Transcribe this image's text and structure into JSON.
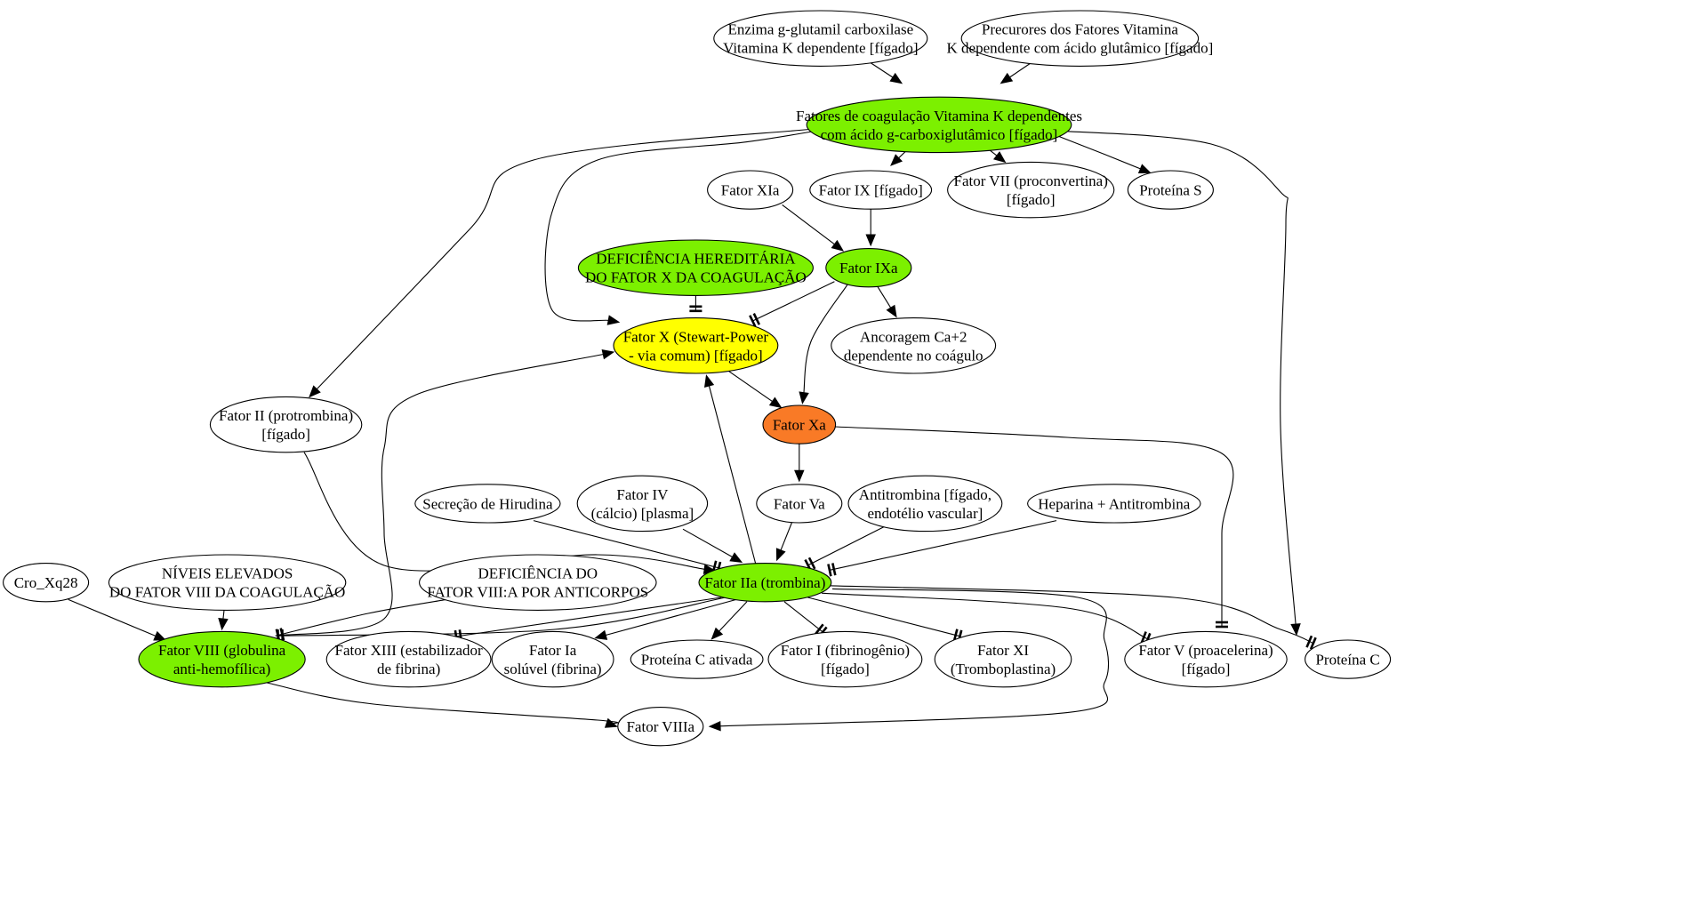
{
  "colors": {
    "green": "#7cf000",
    "yellow": "#ffff00",
    "orange": "#f97a26",
    "white": "#ffffff",
    "stroke": "#000000"
  },
  "nodes": {
    "enzima": {
      "label": [
        "Enzima g-glutamil carboxilase",
        "Vitamina K dependente [fígado]"
      ],
      "fill": "white"
    },
    "precurores": {
      "label": [
        "Precurores dos Fatores Vitamina",
        "K dependente com ácido glutâmico [fígado]"
      ],
      "fill": "white"
    },
    "fatores_vk": {
      "label": [
        "Fatores de coagulação Vitamina K dependentes",
        "com ácido g-carboxiglutâmico [fígado]"
      ],
      "fill": "green"
    },
    "fator_xia": {
      "label": [
        "Fator XIa"
      ],
      "fill": "white"
    },
    "fator_ix": {
      "label": [
        "Fator IX [fígado]"
      ],
      "fill": "white"
    },
    "fator_vii": {
      "label": [
        "Fator VII (proconvertina)",
        "[fígado]"
      ],
      "fill": "white"
    },
    "proteina_s": {
      "label": [
        "Proteína S"
      ],
      "fill": "white"
    },
    "deficiencia_x": {
      "label": [
        "DEFICIÊNCIA HEREDITÁRIA",
        "DO FATOR X DA COAGULAÇÃO"
      ],
      "fill": "green"
    },
    "fator_ixa": {
      "label": [
        "Fator IXa"
      ],
      "fill": "green"
    },
    "fator_x": {
      "label": [
        "Fator X (Stewart-Power",
        "- via comum) [fígado]"
      ],
      "fill": "yellow"
    },
    "ancoragem": {
      "label": [
        "Ancoragem Ca+2",
        "dependente no coágulo"
      ],
      "fill": "white"
    },
    "fator_ii": {
      "label": [
        "Fator II (protrombina)",
        "[fígado]"
      ],
      "fill": "white"
    },
    "fator_xa": {
      "label": [
        "Fator Xa"
      ],
      "fill": "orange"
    },
    "hirudina": {
      "label": [
        "Secreção de Hirudina"
      ],
      "fill": "white"
    },
    "fator_iv": {
      "label": [
        "Fator IV",
        "(cálcio) [plasma]"
      ],
      "fill": "white"
    },
    "fator_va": {
      "label": [
        "Fator Va"
      ],
      "fill": "white"
    },
    "antitrombina": {
      "label": [
        "Antitrombina [fígado,",
        "endotélio vascular]"
      ],
      "fill": "white"
    },
    "heparina": {
      "label": [
        "Heparina + Antitrombina"
      ],
      "fill": "white"
    },
    "cro": {
      "label": [
        "Cro_Xq28"
      ],
      "fill": "white"
    },
    "niveis": {
      "label": [
        "NÍVEIS ELEVADOS",
        "DO FATOR VIII DA COAGULAÇÃO"
      ],
      "fill": "white"
    },
    "deficiencia_viii": {
      "label": [
        "DEFICIÊNCIA DO",
        "FATOR VIII:A POR ANTICORPOS"
      ],
      "fill": "white"
    },
    "fator_iia": {
      "label": [
        "Fator IIa (trombina)"
      ],
      "fill": "green"
    },
    "fator_viii": {
      "label": [
        "Fator VIII (globulina",
        "anti-hemofílica)"
      ],
      "fill": "green"
    },
    "fator_xiii": {
      "label": [
        "Fator XIII (estabilizador",
        "de fibrina)"
      ],
      "fill": "white"
    },
    "fator_ia": {
      "label": [
        "Fator Ia",
        "solúvel (fibrina)"
      ],
      "fill": "white"
    },
    "proteina_c_ativada": {
      "label": [
        "Proteína C ativada"
      ],
      "fill": "white"
    },
    "fator_i": {
      "label": [
        "Fator I (fibrinogênio)",
        "[fígado]"
      ],
      "fill": "white"
    },
    "fator_xi": {
      "label": [
        "Fator XI",
        "(Tromboplastina)"
      ],
      "fill": "white"
    },
    "fator_v": {
      "label": [
        "Fator V (proacelerina)",
        "[fígado]"
      ],
      "fill": "white"
    },
    "proteina_c": {
      "label": [
        "Proteína C"
      ],
      "fill": "white"
    },
    "fator_viiia": {
      "label": [
        "Fator VIIIa"
      ],
      "fill": "white"
    }
  },
  "edges": [
    {
      "from": "enzima",
      "to": "fatores_vk",
      "type": "activates"
    },
    {
      "from": "precurores",
      "to": "fatores_vk",
      "type": "activates"
    },
    {
      "from": "fatores_vk",
      "to": "fator_ix",
      "type": "activates"
    },
    {
      "from": "fatores_vk",
      "to": "fator_vii",
      "type": "activates"
    },
    {
      "from": "fatores_vk",
      "to": "proteina_s",
      "type": "activates"
    },
    {
      "from": "fatores_vk",
      "to": "fator_x",
      "type": "activates"
    },
    {
      "from": "fatores_vk",
      "to": "fator_ii",
      "type": "activates"
    },
    {
      "from": "fatores_vk",
      "to": "proteina_c",
      "type": "activates"
    },
    {
      "from": "fator_xia",
      "to": "fator_ixa",
      "type": "activates"
    },
    {
      "from": "fator_ix",
      "to": "fator_ixa",
      "type": "activates"
    },
    {
      "from": "deficiencia_x",
      "to": "fator_x",
      "type": "inhibits"
    },
    {
      "from": "fator_ixa",
      "to": "fator_x",
      "type": "inhibits"
    },
    {
      "from": "fator_ixa",
      "to": "ancoragem",
      "type": "activates"
    },
    {
      "from": "fator_ixa",
      "to": "fator_xa",
      "type": "activates"
    },
    {
      "from": "fator_x",
      "to": "fator_xa",
      "type": "activates"
    },
    {
      "from": "fator_xa",
      "to": "fator_va",
      "type": "activates"
    },
    {
      "from": "fator_xa",
      "to": "fator_v",
      "type": "inhibits"
    },
    {
      "from": "fator_ii",
      "to": "fator_iia",
      "type": "activates"
    },
    {
      "from": "hirudina",
      "to": "fator_iia",
      "type": "inhibits"
    },
    {
      "from": "fator_iv",
      "to": "fator_iia",
      "type": "activates"
    },
    {
      "from": "fator_va",
      "to": "fator_iia",
      "type": "activates"
    },
    {
      "from": "antitrombina",
      "to": "fator_iia",
      "type": "inhibits"
    },
    {
      "from": "heparina",
      "to": "fator_iia",
      "type": "inhibits"
    },
    {
      "from": "fator_iia",
      "to": "fator_x",
      "type": "activates"
    },
    {
      "from": "cro",
      "to": "fator_viii",
      "type": "activates"
    },
    {
      "from": "niveis",
      "to": "fator_viii",
      "type": "activates"
    },
    {
      "from": "deficiencia_viii",
      "to": "fator_viii",
      "type": "inhibits"
    },
    {
      "from": "fator_viii",
      "to": "fator_x",
      "type": "activates"
    },
    {
      "from": "fator_iia",
      "to": "fator_viii",
      "type": "inhibits"
    },
    {
      "from": "fator_iia",
      "to": "fator_xiii",
      "type": "inhibits"
    },
    {
      "from": "fator_iia",
      "to": "fator_ia",
      "type": "activates"
    },
    {
      "from": "fator_iia",
      "to": "proteina_c_ativada",
      "type": "activates"
    },
    {
      "from": "fator_iia",
      "to": "fator_i",
      "type": "inhibits"
    },
    {
      "from": "fator_iia",
      "to": "fator_xi",
      "type": "inhibits"
    },
    {
      "from": "fator_iia",
      "to": "fator_v",
      "type": "inhibits"
    },
    {
      "from": "fator_iia",
      "to": "proteina_c",
      "type": "inhibits"
    },
    {
      "from": "fator_iia",
      "to": "fator_viiia",
      "type": "activates"
    },
    {
      "from": "fator_viii",
      "to": "fator_viiia",
      "type": "activates"
    }
  ]
}
